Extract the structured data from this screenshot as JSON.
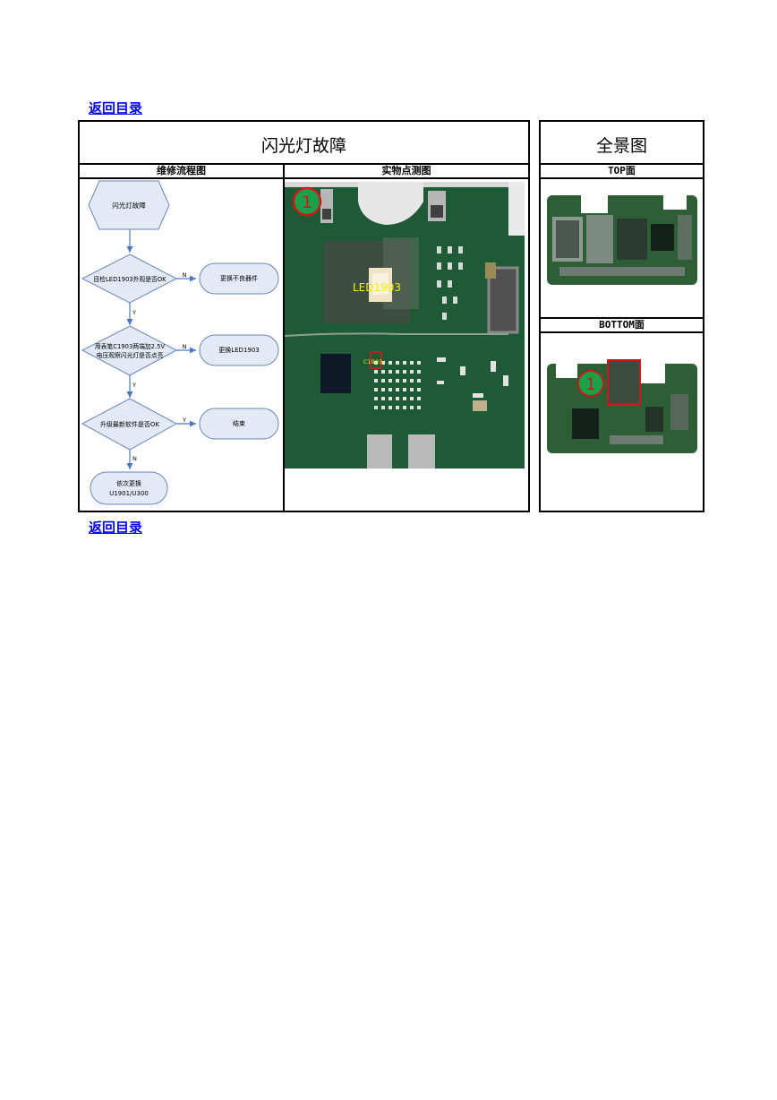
{
  "nav": {
    "back_top": "返回目录",
    "back_bottom": "返回目录"
  },
  "main_table": {
    "title": "闪光灯故障",
    "col_flowchart": "维修流程图",
    "col_photo": "实物点测图"
  },
  "side_table": {
    "title": "全景图",
    "top_label": "TOP面",
    "bottom_label": "BOTTOM面"
  },
  "flowchart": {
    "start": "闪光灯故障",
    "step1": "目检LED1903外观是否OK",
    "step1_action": "更换不良器件",
    "step2_line1": "用表笔C1903两端加2.5V",
    "step2_line2": "电压观察闪光灯是否点亮",
    "step2_action": "更换LED1903",
    "step3": "升级最新软件是否OK",
    "step3_action": "结束",
    "final_line1": "依次更换",
    "final_line2": "U1901/U300",
    "yes": "Y",
    "no": "N"
  },
  "photo": {
    "marker": "1",
    "led_label": "LED1903",
    "cap_label": "C1903"
  },
  "bottom_photo": {
    "marker": "1"
  },
  "colors": {
    "pcb_green": "#1f5a36",
    "flow_fill": "#e3eaf5",
    "flow_stroke": "#6a86b8",
    "arrow": "#4a78c0",
    "marker_green": "#1aa04a",
    "marker_red": "#d01818",
    "label_yellow": "#f2f200",
    "link": "#0000ee"
  }
}
